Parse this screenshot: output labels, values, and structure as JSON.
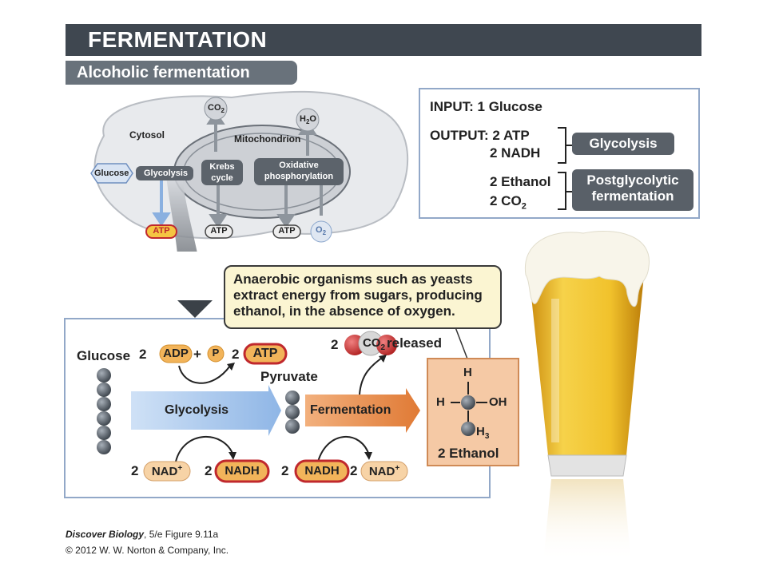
{
  "header": {
    "title": "FERMENTATION",
    "subtitle": "Alcoholic fermentation"
  },
  "cell": {
    "cytosol": "Cytosol",
    "mitochondrion": "Mitochondrion",
    "glucose": "Glucose",
    "glycolysis": "Glycolysis",
    "krebs_line1": "Krebs",
    "krebs_line2": "cycle",
    "oxphos_line1": "Oxidative",
    "oxphos_line2": "phosphorylation",
    "atp": "ATP",
    "co2": "CO",
    "co2_sub": "2",
    "h2o": "H",
    "h2o_sub": "2",
    "h2o_end": "O",
    "o2": "O",
    "o2_sub": "2"
  },
  "io": {
    "input_label": "INPUT:",
    "input_value": "1 Glucose",
    "output_label": "OUTPUT:",
    "output_atp": "2 ATP",
    "output_nadh": "2 NADH",
    "output_ethanol": "2 Ethanol",
    "output_co2": "2 CO",
    "output_co2_sub": "2",
    "glycolysis_tag": "Glycolysis",
    "postglycolytic_line1": "Postglycolytic",
    "postglycolytic_line2": "fermentation"
  },
  "callout": {
    "line1": "Anaerobic organisms such as yeasts",
    "line2": "extract energy from sugars, producing",
    "line3": "ethanol, in the absence of oxygen."
  },
  "pathway": {
    "glucose": "Glucose",
    "two": "2",
    "adp": "ADP",
    "plus": "+",
    "p": "P",
    "atp": "ATP",
    "pyruvate": "Pyruvate",
    "glycolysis_arrow": "Glycolysis",
    "fermentation_arrow": "Fermentation",
    "co2": "CO",
    "co2_sub": "2",
    "released": "released",
    "nad": "NAD",
    "nad_sup": "+",
    "nadh": "NADH"
  },
  "ethanol": {
    "h_top": "H",
    "h_left": "H",
    "oh": "OH",
    "h3": "H",
    "h3_sub": "3",
    "label": "2 Ethanol"
  },
  "footer": {
    "book": "Discover Biology",
    "edition": ", 5/e  Figure 9.11a",
    "copyright": "© 2012 W. W. Norton & Company, Inc."
  },
  "colors": {
    "title_bar": "#3f4750",
    "box_border": "#92a8c8",
    "atp_orange": "#f2b45a",
    "nadh_red": "#c0282d",
    "glycolysis_blue": "#9cc0ea",
    "fermentation_orange": "#e88c4c",
    "ethanol_box": "#f5c9a5"
  }
}
